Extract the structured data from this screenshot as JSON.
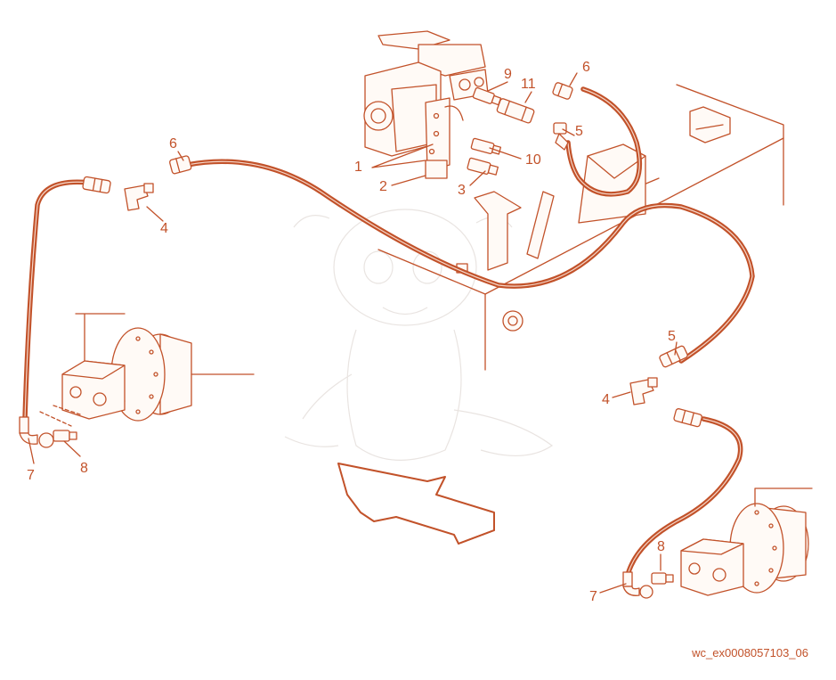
{
  "colors": {
    "line": "#c2522a",
    "watermark": "#e9e4e1"
  },
  "callouts": [
    {
      "id": "c1",
      "text": "1"
    },
    {
      "id": "c2",
      "text": "2"
    },
    {
      "id": "c3",
      "text": "3"
    },
    {
      "id": "c4a",
      "text": "4"
    },
    {
      "id": "c4b",
      "text": "4"
    },
    {
      "id": "c5a",
      "text": "5"
    },
    {
      "id": "c5b",
      "text": "5"
    },
    {
      "id": "c6a",
      "text": "6"
    },
    {
      "id": "c6b",
      "text": "6"
    },
    {
      "id": "c7a",
      "text": "7"
    },
    {
      "id": "c7b",
      "text": "7"
    },
    {
      "id": "c8a",
      "text": "8"
    },
    {
      "id": "c8b",
      "text": "8"
    },
    {
      "id": "c9",
      "text": "9"
    },
    {
      "id": "c10",
      "text": "10"
    },
    {
      "id": "c11",
      "text": "11"
    }
  ],
  "figure_code": "wc_ex0008057103_06",
  "icons": {
    "direction_arrow": "forward-arrow-icon"
  }
}
